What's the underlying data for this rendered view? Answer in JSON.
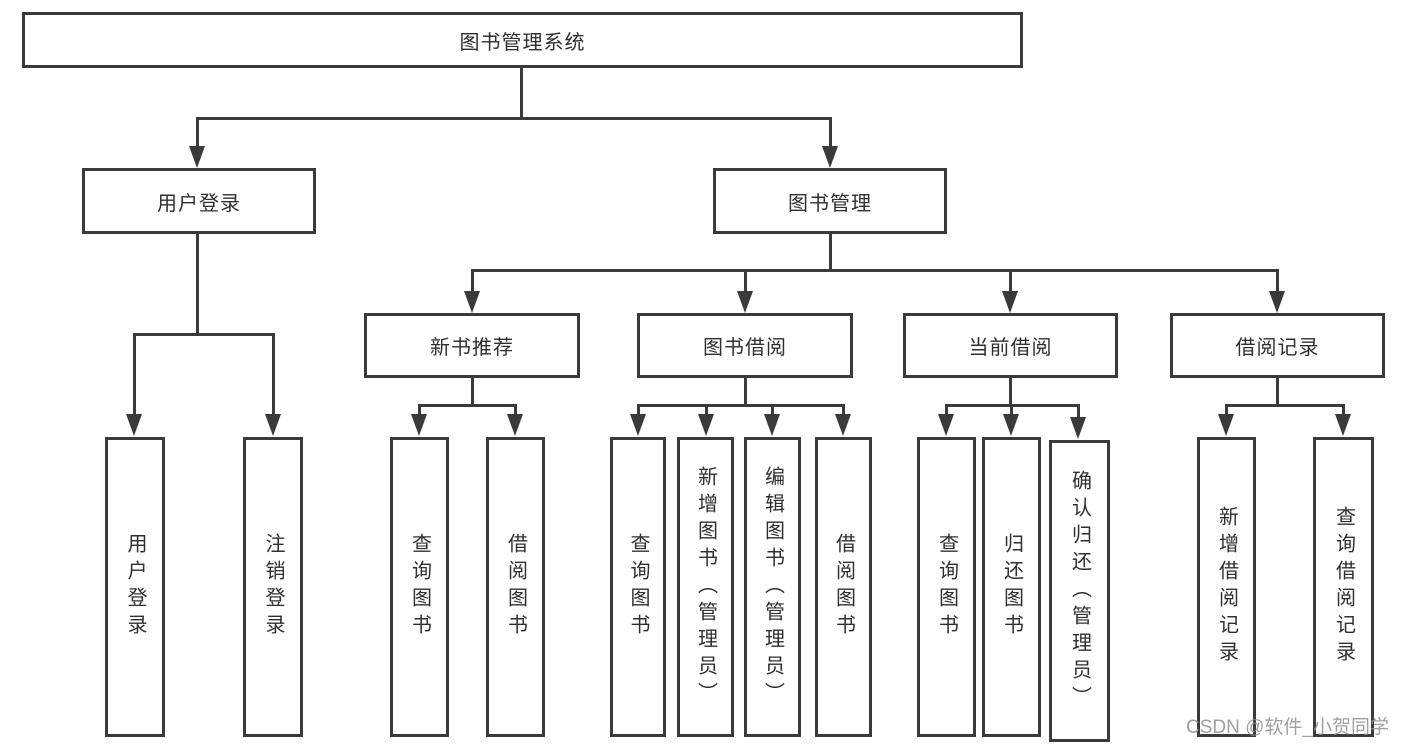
{
  "diagram": {
    "title_node": {
      "label": "图书管理系统"
    },
    "level2": [
      {
        "label": "用户登录"
      },
      {
        "label": "图书管理"
      }
    ],
    "level3": [
      {
        "label": "新书推荐"
      },
      {
        "label": "图书借阅"
      },
      {
        "label": "当前借阅"
      },
      {
        "label": "借阅记录"
      }
    ],
    "leaves": [
      {
        "label": "用户登录",
        "parent": "用户登录"
      },
      {
        "label": "注销登录",
        "parent": "用户登录"
      },
      {
        "label": "查询图书",
        "parent": "新书推荐"
      },
      {
        "label": "借阅图书",
        "parent": "新书推荐"
      },
      {
        "label": "查询图书",
        "parent": "图书借阅"
      },
      {
        "label": "新增图书（管理员）",
        "parent": "图书借阅"
      },
      {
        "label": "编辑图书（管理员）",
        "parent": "图书借阅"
      },
      {
        "label": "借阅图书",
        "parent": "图书借阅"
      },
      {
        "label": "查询图书",
        "parent": "当前借阅"
      },
      {
        "label": "归还图书",
        "parent": "当前借阅"
      },
      {
        "label": "确认归还（管理员）",
        "parent": "当前借阅"
      },
      {
        "label": "新增借阅记录",
        "parent": "借阅记录"
      },
      {
        "label": "查询借阅记录",
        "parent": "借阅记录"
      }
    ]
  },
  "watermark": {
    "text": "CSDN @软件_小贺同学"
  },
  "colors": {
    "line": "#3a3a3a",
    "text": "#2f2f2f",
    "watermark": "#8f8f8f",
    "background": "#ffffff"
  }
}
